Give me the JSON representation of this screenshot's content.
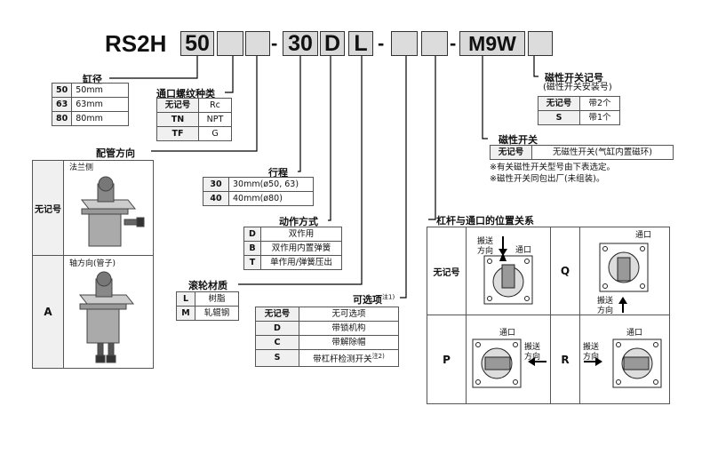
{
  "model": {
    "prefix": "RS2H",
    "bore": "50",
    "stroke": "30",
    "action": "D",
    "roller": "L",
    "switch": "M9W",
    "dash": "-"
  },
  "bore": {
    "title": "缸径",
    "rows": [
      {
        "k": "50",
        "v": "50mm"
      },
      {
        "k": "63",
        "v": "63mm"
      },
      {
        "k": "80",
        "v": "80mm"
      }
    ]
  },
  "thread": {
    "title": "通口螺纹种类",
    "rows": [
      {
        "k": "无记号",
        "v": "Rc"
      },
      {
        "k": "TN",
        "v": "NPT"
      },
      {
        "k": "TF",
        "v": "G"
      }
    ]
  },
  "piping": {
    "title": "配管方向",
    "rows": [
      {
        "k": "无记号",
        "v": "法兰侧"
      },
      {
        "k": "A",
        "v": "轴方向(管子)"
      }
    ]
  },
  "stroke": {
    "title": "行程",
    "rows": [
      {
        "k": "30",
        "v": "30mm(ø50, 63)"
      },
      {
        "k": "40",
        "v": "40mm(ø80)"
      }
    ]
  },
  "action": {
    "title": "动作方式",
    "rows": [
      {
        "k": "D",
        "v": "双作用"
      },
      {
        "k": "B",
        "v": "双作用内置弹簧"
      },
      {
        "k": "T",
        "v": "单作用/弹簧压出"
      }
    ]
  },
  "roller": {
    "title": "滚轮材质",
    "rows": [
      {
        "k": "L",
        "v": "树脂"
      },
      {
        "k": "M",
        "v": "轧辊钢"
      }
    ]
  },
  "options": {
    "title": "可选项",
    "title_note": "注1)",
    "rows": [
      {
        "k": "无记号",
        "v": "无可选项"
      },
      {
        "k": "D",
        "v": "带锁机构"
      },
      {
        "k": "C",
        "v": "带解除帽"
      },
      {
        "k": "S",
        "v": "带杠杆检测开关",
        "note": "注2)"
      }
    ]
  },
  "switch_qty": {
    "title": "磁性开关记号",
    "subtitle": "(磁性开关安装号)",
    "rows": [
      {
        "k": "无记号",
        "v": "带2个"
      },
      {
        "k": "S",
        "v": "带1个"
      }
    ]
  },
  "switch": {
    "title": "磁性开关",
    "rows": [
      {
        "k": "无记号",
        "v": "无磁性开关(气缸内置磁环)"
      }
    ],
    "notes": [
      "※有关磁性开关型号由下表选定。",
      "※磁性开关同包出厂(未组装)。"
    ]
  },
  "lever": {
    "title": "杠杆与通口的位置关系",
    "cells": [
      {
        "k": "无记号"
      },
      {
        "k": "Q"
      },
      {
        "k": "P"
      },
      {
        "k": "R"
      }
    ],
    "port": "通口",
    "conveying": "搬送",
    "direction": "方向"
  }
}
